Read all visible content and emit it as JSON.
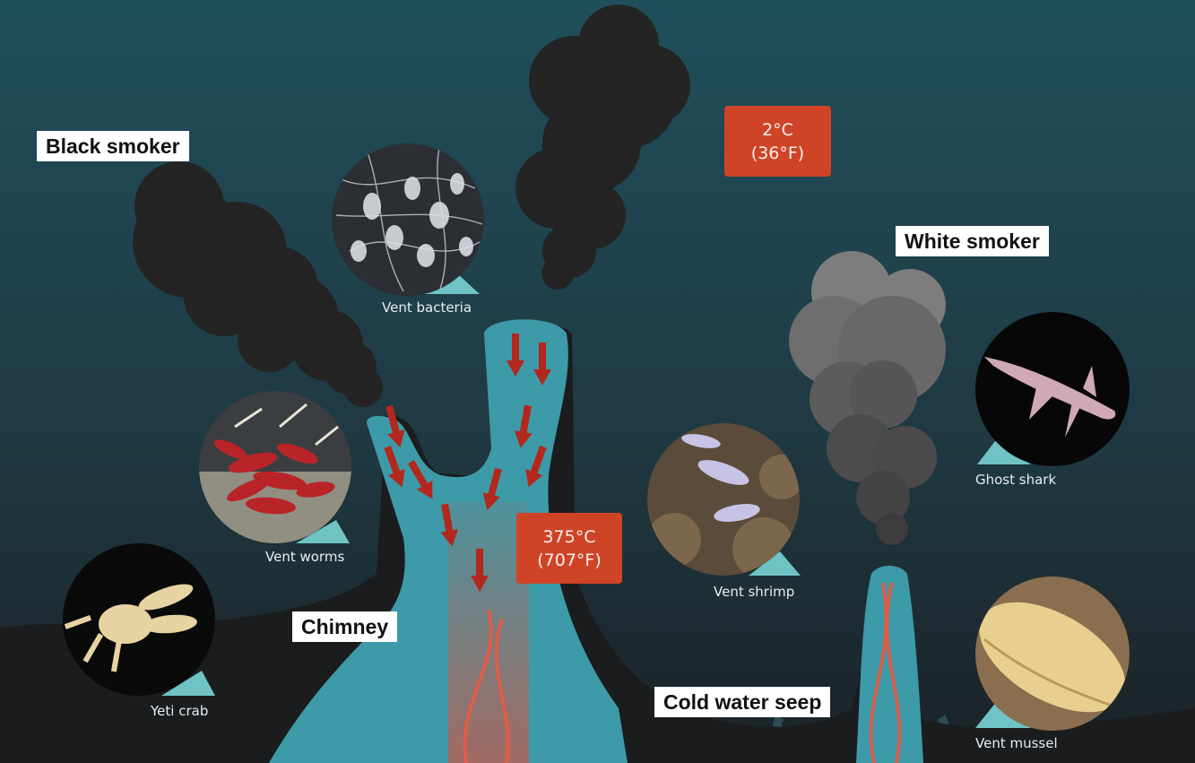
{
  "labels": {
    "black_smoker": "Black smoker",
    "white_smoker": "White smoker",
    "chimney": "Chimney",
    "cold_water_seep": "Cold water seep"
  },
  "temperatures": {
    "cold_line1": "2°C",
    "cold_line2": "(36°F)",
    "hot_line1": "375°C",
    "hot_line2": "(707°F)"
  },
  "organisms": {
    "vent_bacteria": "Vent bacteria",
    "vent_worms": "Vent worms",
    "yeti_crab": "Yeti crab",
    "vent_shrimp": "Vent shrimp",
    "ghost_shark": "Ghost shark",
    "vent_mussel": "Vent mussel"
  },
  "colors": {
    "water_top": "#1f4f5c",
    "water_bottom": "#1c2226",
    "rock": "#1b1c1e",
    "chimney_fluid": "#3d9aa8",
    "temp_box": "#cf4426",
    "black_smoke": "#242424",
    "white_smoke": "#6e6e6e",
    "heat_arrow": "#b2281d"
  }
}
